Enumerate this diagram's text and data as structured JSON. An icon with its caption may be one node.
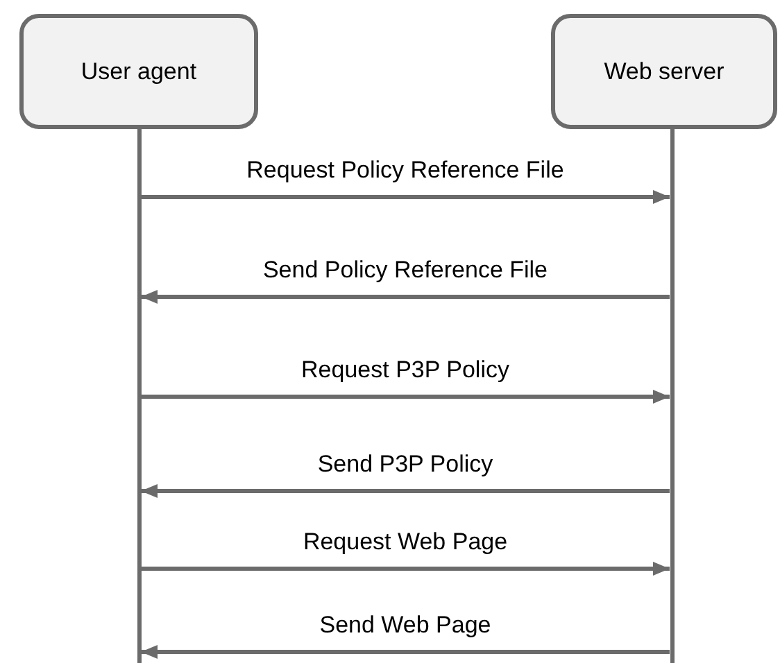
{
  "diagram": {
    "nodes": [
      {
        "text": [
          "User agent"
        ]
      },
      {
        "text": [
          "Web server"
        ]
      },
      {
        "text": [],
        "shape": "bar"
      },
      {
        "text": [],
        "shape": "bar"
      }
    ],
    "edges": [
      {
        "from": 2,
        "to": 3,
        "arrow": "to",
        "label": "Request Policy Reference File"
      },
      {
        "from": 3,
        "to": 2,
        "arrow": "to",
        "label": "Send Policy Reference File"
      },
      {
        "from": 2,
        "to": 3,
        "arrow": "to",
        "label": "Request P3P Policy"
      },
      {
        "from": 3,
        "to": 2,
        "arrow": "to",
        "label": "Send P3P Policy"
      },
      {
        "from": 2,
        "to": 3,
        "arrow": "to",
        "label": "Request Web Page"
      },
      {
        "from": 3,
        "to": 2,
        "arrow": "to",
        "label": "Send Web Page"
      }
    ]
  }
}
